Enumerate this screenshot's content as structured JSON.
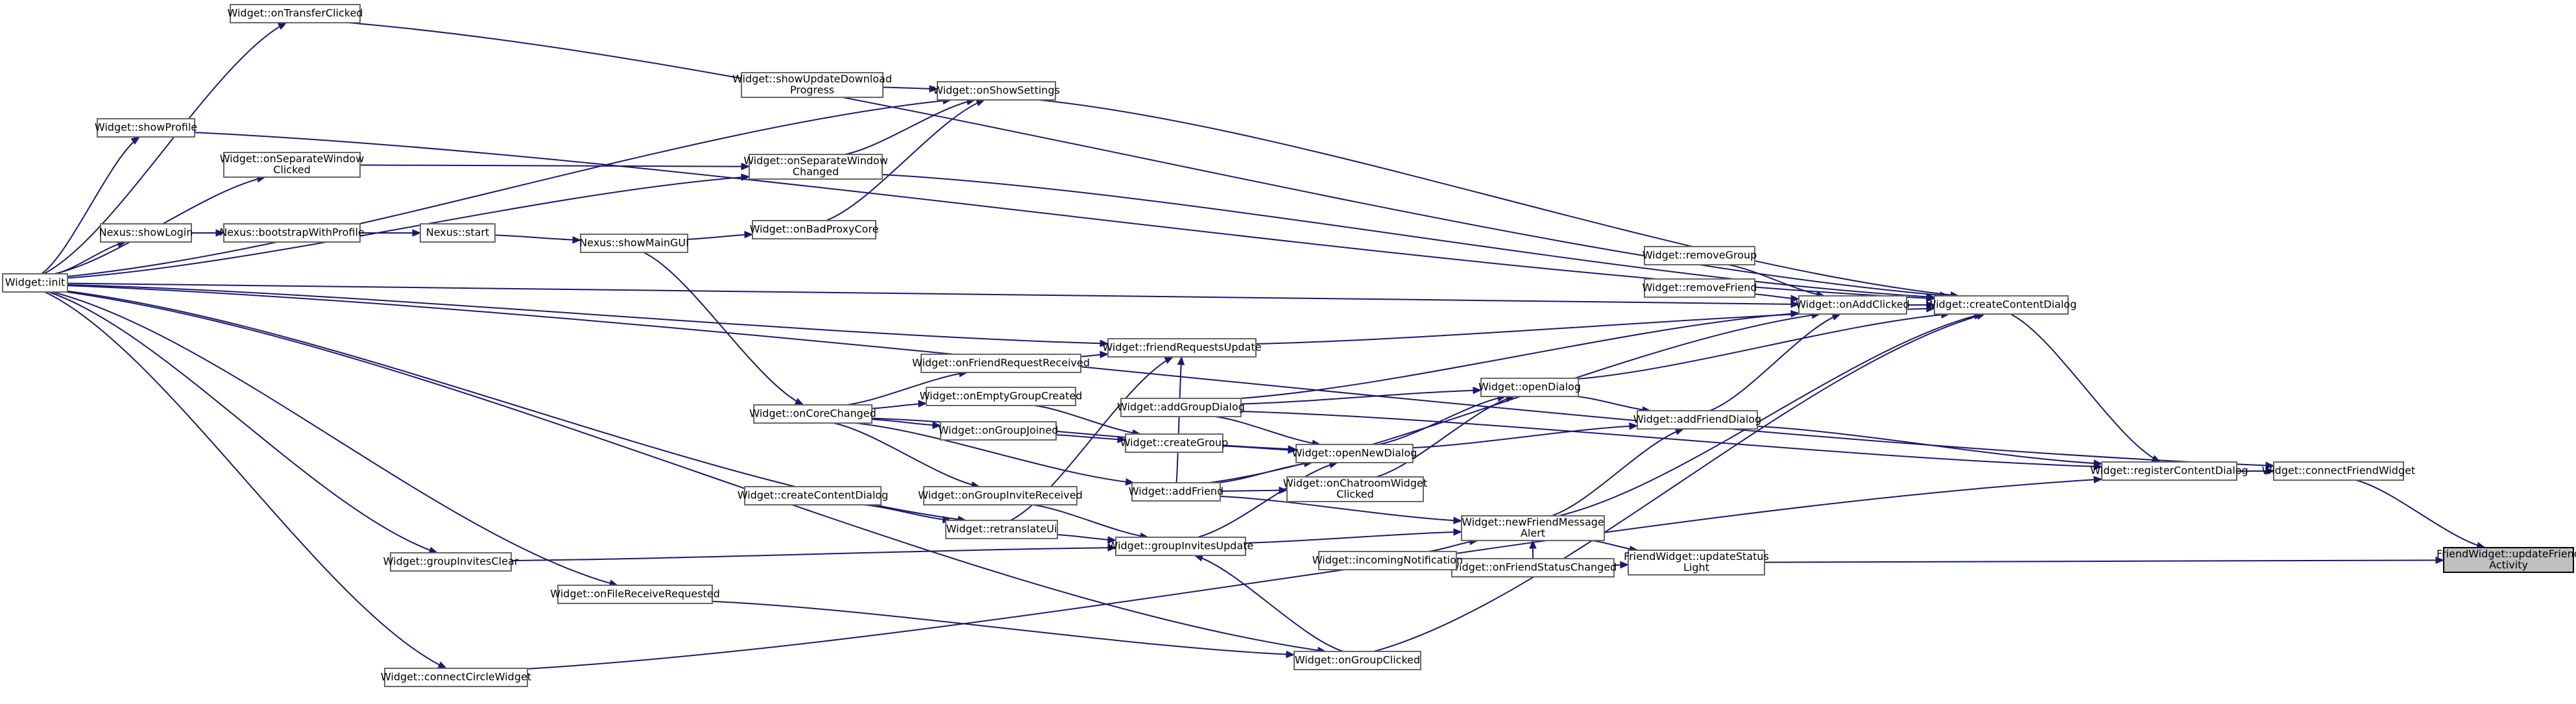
{
  "title": "",
  "colors": {
    "edge": "#191970",
    "node_border": "#666666",
    "node_fill": "#ffffff",
    "focus_fill": "#bfbfbf",
    "focus_border": "#000000"
  },
  "nodes": [
    {
      "id": "updateFriendActivity",
      "lines": [
        "FriendWidget::updateFriend",
        "Activity"
      ],
      "focus": true
    },
    {
      "id": "connectFriendWidget",
      "lines": [
        "Widget::connectFriendWidget"
      ]
    },
    {
      "id": "registerContentDialog",
      "lines": [
        "Widget::registerContentDialog"
      ]
    },
    {
      "id": "createContentDialog",
      "lines": [
        "Widget::createContentDialog"
      ]
    },
    {
      "id": "onAddClicked",
      "lines": [
        "Widget::onAddClicked"
      ]
    },
    {
      "id": "removeGroup",
      "lines": [
        "Widget::removeGroup"
      ]
    },
    {
      "id": "removeFriend",
      "lines": [
        "Widget::removeFriend"
      ]
    },
    {
      "id": "openDialog",
      "lines": [
        "Widget::openDialog"
      ]
    },
    {
      "id": "addFriendDialog",
      "lines": [
        "Widget::addFriendDialog"
      ]
    },
    {
      "id": "newFriendMessageAlert",
      "lines": [
        "Widget::newFriendMessage",
        "Alert"
      ]
    },
    {
      "id": "updateStatusLight",
      "lines": [
        "FriendWidget::updateStatus",
        "Light"
      ]
    },
    {
      "id": "onFriendStatusChanged",
      "lines": [
        "Widget::onFriendStatusChanged"
      ]
    },
    {
      "id": "incomingNotification",
      "lines": [
        "Widget::incomingNotification"
      ]
    },
    {
      "id": "openNewDialog",
      "lines": [
        "Widget::openNewDialog"
      ]
    },
    {
      "id": "onChatroomWidgetClicked",
      "lines": [
        "Widget::onChatroomWidget",
        "Clicked"
      ]
    },
    {
      "id": "addGroupDialog",
      "lines": [
        "Widget::addGroupDialog"
      ]
    },
    {
      "id": "createGroup",
      "lines": [
        "Widget::createGroup"
      ]
    },
    {
      "id": "addFriend",
      "lines": [
        "Widget::addFriend"
      ]
    },
    {
      "id": "friendRequestsUpdate",
      "lines": [
        "Widget::friendRequestsUpdate"
      ]
    },
    {
      "id": "groupInvitesUpdate",
      "lines": [
        "Widget::groupInvitesUpdate"
      ]
    },
    {
      "id": "onGroupClicked",
      "lines": [
        "Widget::onGroupClicked"
      ]
    },
    {
      "id": "onFriendRequestReceived",
      "lines": [
        "Widget::onFriendRequestReceived"
      ]
    },
    {
      "id": "onEmptyGroupCreated",
      "lines": [
        "Widget::onEmptyGroupCreated"
      ]
    },
    {
      "id": "onGroupJoined",
      "lines": [
        "Widget::onGroupJoined"
      ]
    },
    {
      "id": "onGroupInviteReceived",
      "lines": [
        "Widget::onGroupInviteReceived"
      ]
    },
    {
      "id": "retranslateUi",
      "lines": [
        "Widget::retranslateUi"
      ]
    },
    {
      "id": "onCoreChanged",
      "lines": [
        "Widget::onCoreChanged"
      ]
    },
    {
      "id": "createContentDialog2",
      "lines": [
        "Widget::createContentDialog"
      ]
    },
    {
      "id": "onBadProxyCore",
      "lines": [
        "Widget::onBadProxyCore"
      ]
    },
    {
      "id": "onSeparateWindowChanged",
      "lines": [
        "Widget::onSeparateWindow",
        "Changed"
      ]
    },
    {
      "id": "onShowSettings",
      "lines": [
        "Widget::onShowSettings"
      ]
    },
    {
      "id": "showUpdateDownloadProgress",
      "lines": [
        "Widget::showUpdateDownload",
        "Progress"
      ]
    },
    {
      "id": "onTransferClicked",
      "lines": [
        "Widget::onTransferClicked"
      ]
    },
    {
      "id": "showProfile",
      "lines": [
        "Widget::showProfile"
      ]
    },
    {
      "id": "onSeparateWindowClicked",
      "lines": [
        "Widget::onSeparateWindow",
        "Clicked"
      ]
    },
    {
      "id": "showMainGUI",
      "lines": [
        "Nexus::showMainGUI"
      ]
    },
    {
      "id": "nexusStart",
      "lines": [
        "Nexus::start"
      ]
    },
    {
      "id": "bootstrapWithProfile",
      "lines": [
        "Nexus::bootstrapWithProfile"
      ]
    },
    {
      "id": "showLogin",
      "lines": [
        "Nexus::showLogin"
      ]
    },
    {
      "id": "widgetInit",
      "lines": [
        "Widget::init"
      ]
    },
    {
      "id": "groupInvitesClear",
      "lines": [
        "Widget::groupInvitesClear"
      ]
    },
    {
      "id": "onFileReceiveRequested",
      "lines": [
        "Widget::onFileReceiveRequested"
      ]
    },
    {
      "id": "connectCircleWidget",
      "lines": [
        "Widget::connectCircleWidget"
      ]
    }
  ],
  "edges": [
    [
      "updateFriendActivity",
      "connectFriendWidget"
    ],
    [
      "updateFriendActivity",
      "updateStatusLight"
    ],
    [
      "connectFriendWidget",
      "registerContentDialog"
    ],
    [
      "connectFriendWidget",
      "widgetInit"
    ],
    [
      "registerContentDialog",
      "createContentDialog"
    ],
    [
      "registerContentDialog",
      "addFriendDialog"
    ],
    [
      "registerContentDialog",
      "addGroupDialog"
    ],
    [
      "registerContentDialog",
      "connectCircleWidget"
    ],
    [
      "createContentDialog",
      "onAddClicked"
    ],
    [
      "createContentDialog",
      "openDialog"
    ],
    [
      "createContentDialog",
      "newFriendMessageAlert"
    ],
    [
      "createContentDialog",
      "onGroupClicked"
    ],
    [
      "createContentDialog",
      "friendRequestsUpdate"
    ],
    [
      "createContentDialog",
      "onSeparateWindowChanged"
    ],
    [
      "createContentDialog",
      "onShowSettings"
    ],
    [
      "createContentDialog",
      "onTransferClicked"
    ],
    [
      "createContentDialog",
      "showProfile"
    ],
    [
      "onAddClicked",
      "removeGroup"
    ],
    [
      "onAddClicked",
      "removeFriend"
    ],
    [
      "onAddClicked",
      "addFriendDialog"
    ],
    [
      "onAddClicked",
      "addGroupDialog"
    ],
    [
      "onAddClicked",
      "addFriend"
    ],
    [
      "onAddClicked",
      "widgetInit"
    ],
    [
      "openDialog",
      "openNewDialog"
    ],
    [
      "openDialog",
      "onChatroomWidgetClicked"
    ],
    [
      "openDialog",
      "addGroupDialog"
    ],
    [
      "addFriendDialog",
      "openDialog"
    ],
    [
      "addFriendDialog",
      "openNewDialog"
    ],
    [
      "addFriendDialog",
      "newFriendMessageAlert"
    ],
    [
      "newFriendMessageAlert",
      "onFriendStatusChanged"
    ],
    [
      "newFriendMessageAlert",
      "incomingNotification"
    ],
    [
      "newFriendMessageAlert",
      "addFriend"
    ],
    [
      "newFriendMessageAlert",
      "groupInvitesUpdate"
    ],
    [
      "updateStatusLight",
      "newFriendMessageAlert"
    ],
    [
      "updateStatusLight",
      "onFriendStatusChanged"
    ],
    [
      "openNewDialog",
      "addGroupDialog"
    ],
    [
      "openNewDialog",
      "createGroup"
    ],
    [
      "openNewDialog",
      "addFriend"
    ],
    [
      "openNewDialog",
      "onCoreChanged"
    ],
    [
      "openNewDialog",
      "groupInvitesUpdate"
    ],
    [
      "onChatroomWidgetClicked",
      "addFriend"
    ],
    [
      "createGroup",
      "onGroupJoined"
    ],
    [
      "createGroup",
      "onEmptyGroupCreated"
    ],
    [
      "addFriend",
      "onCoreChanged"
    ],
    [
      "friendRequestsUpdate",
      "onFriendRequestReceived"
    ],
    [
      "friendRequestsUpdate",
      "addFriend"
    ],
    [
      "friendRequestsUpdate",
      "retranslateUi"
    ],
    [
      "friendRequestsUpdate",
      "widgetInit"
    ],
    [
      "groupInvitesUpdate",
      "onGroupInviteReceived"
    ],
    [
      "groupInvitesUpdate",
      "retranslateUi"
    ],
    [
      "groupInvitesUpdate",
      "groupInvitesClear"
    ],
    [
      "groupInvitesUpdate",
      "onGroupClicked"
    ],
    [
      "onFriendRequestReceived",
      "onCoreChanged"
    ],
    [
      "onEmptyGroupCreated",
      "onCoreChanged"
    ],
    [
      "onGroupJoined",
      "onCoreChanged"
    ],
    [
      "onGroupInviteReceived",
      "onCoreChanged"
    ],
    [
      "retranslateUi",
      "createContentDialog2"
    ],
    [
      "retranslateUi",
      "widgetInit"
    ],
    [
      "onCoreChanged",
      "showMainGUI"
    ],
    [
      "onBadProxyCore",
      "showMainGUI"
    ],
    [
      "onShowSettings",
      "onBadProxyCore"
    ],
    [
      "onShowSettings",
      "onSeparateWindowChanged"
    ],
    [
      "onShowSettings",
      "showUpdateDownloadProgress"
    ],
    [
      "onShowSettings",
      "widgetInit"
    ],
    [
      "onSeparateWindowChanged",
      "onSeparateWindowClicked"
    ],
    [
      "onSeparateWindowChanged",
      "widgetInit"
    ],
    [
      "onSeparateWindowClicked",
      "widgetInit"
    ],
    [
      "onTransferClicked",
      "widgetInit"
    ],
    [
      "showProfile",
      "widgetInit"
    ],
    [
      "showMainGUI",
      "nexusStart"
    ],
    [
      "nexusStart",
      "bootstrapWithProfile"
    ],
    [
      "bootstrapWithProfile",
      "showLogin"
    ],
    [
      "showLogin",
      "widgetInit"
    ],
    [
      "groupInvitesClear",
      "widgetInit"
    ],
    [
      "onFileReceiveRequested",
      "widgetInit"
    ],
    [
      "onGroupClicked",
      "onFileReceiveRequested"
    ],
    [
      "onGroupClicked",
      "widgetInit"
    ],
    [
      "connectCircleWidget",
      "widgetInit"
    ]
  ]
}
